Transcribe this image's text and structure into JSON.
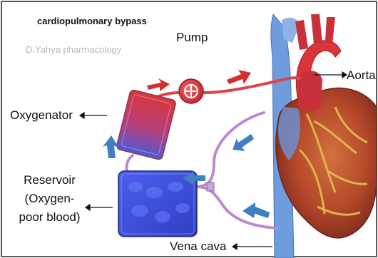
{
  "title": "cardiopulmonary bypass",
  "watermark": "D.Yahya pharmacology",
  "labels": {
    "pump": "Pump",
    "aorta": "Aorta",
    "oxygenator": "Oxygenator",
    "reservoir": "Reservoir (Oxygen-poor blood)",
    "vena_cava": "Vena cava"
  },
  "colors": {
    "oxygenated": "#d9353a",
    "deoxygenated": "#3b55d4",
    "flow_arrow_red": "#d32f2f",
    "flow_arrow_blue": "#3f7fc4",
    "vena_cava_blue": "#6f9cdc",
    "heart_muscle": "#b94f2c",
    "fat": "#d9b63c",
    "tubing": "#b98ad0"
  },
  "icons": [
    "flow-arrow-icon",
    "pump-icon",
    "heart-illustration"
  ]
}
